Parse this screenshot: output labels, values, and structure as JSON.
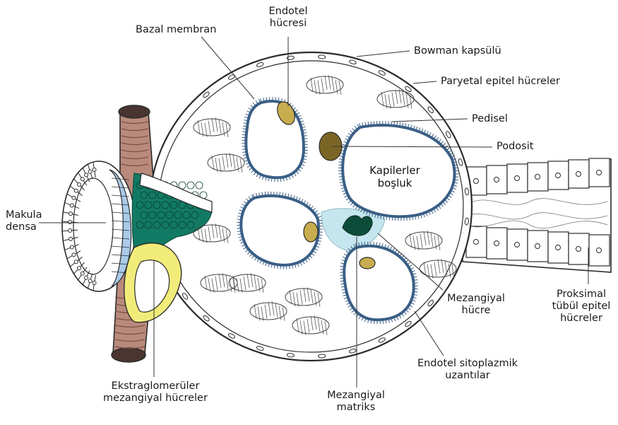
{
  "labels": {
    "endotel_hucresi": [
      "Endotel",
      "hücresi"
    ],
    "bazal_membran": "Bazal membran",
    "bowman_kapsulu": "Bowman kapsülü",
    "paryetal_epitel": "Paryetal epitel hücreler",
    "pedisel": "Pedisel",
    "podosit": "Podosit",
    "kapilerler_bosluk": [
      "Kapilerler",
      "boşluk"
    ],
    "makula_densa": [
      "Makula",
      "densa"
    ],
    "mezangiyal_hucre": [
      "Mezangiyal",
      "hücre"
    ],
    "proksimal_tubul": [
      "Proksimal",
      "tübül epitel",
      "hücreler"
    ],
    "ekstraglomeruler": [
      "Ekstraglomerüler",
      "mezangiyal hücreler"
    ],
    "mezangiyal_matriks": [
      "Mezangiyal",
      "matriks"
    ],
    "endotel_sitoplazmik": [
      "Endotel sitoplazmik",
      "uzantılar"
    ]
  },
  "colors": {
    "outline": "#2b2b2b",
    "capillary_wall": "#3a5f86",
    "arteriole": "#b98a7c",
    "macula_densa": "#a9cbe8",
    "juxtaglomerular": "#127a64",
    "extraglomerular": "#f1ec7a",
    "podocyte": "#7b6526",
    "endothelial_nucleus": "#c8ad4f",
    "mesangial_cell": "#0e4c3a",
    "mesangial_matrix": "#c5e6ef"
  }
}
